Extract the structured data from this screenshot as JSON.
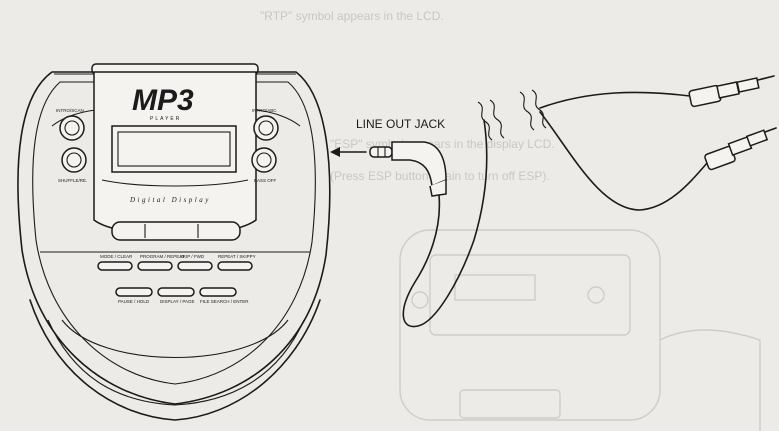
{
  "diagram": {
    "logo_text": "MP3",
    "logo_subtext": "PLAYER",
    "brand_text": "Digital Display",
    "line_out_label": "LINE OUT JACK",
    "left_top_button_label": "INTRO/SCAN",
    "left_bottom_button_label": "SHUFFLE/RE.",
    "right_top_button_label": "INTRO/ABC",
    "right_bottom_button_label": "BASS OFF",
    "control_buttons": [
      {
        "label": "MODE / CLEAR"
      },
      {
        "label": "PROGRAM / REPEAT"
      },
      {
        "label": "SKIP / FWD"
      },
      {
        "label": "REPEAT / SKIPPY"
      },
      {
        "label": "PAUSE / HOLD"
      },
      {
        "label": "DISPLAY / PAGE"
      },
      {
        "label": "FILE SEARCH / ENTER"
      }
    ],
    "bleed_through_text": [
      "\"RTP\" symbol appears in the LCD.",
      "\"ESP\" symbol appears in the display LCD.",
      "(Press ESP button again to turn off ESP)."
    ]
  }
}
